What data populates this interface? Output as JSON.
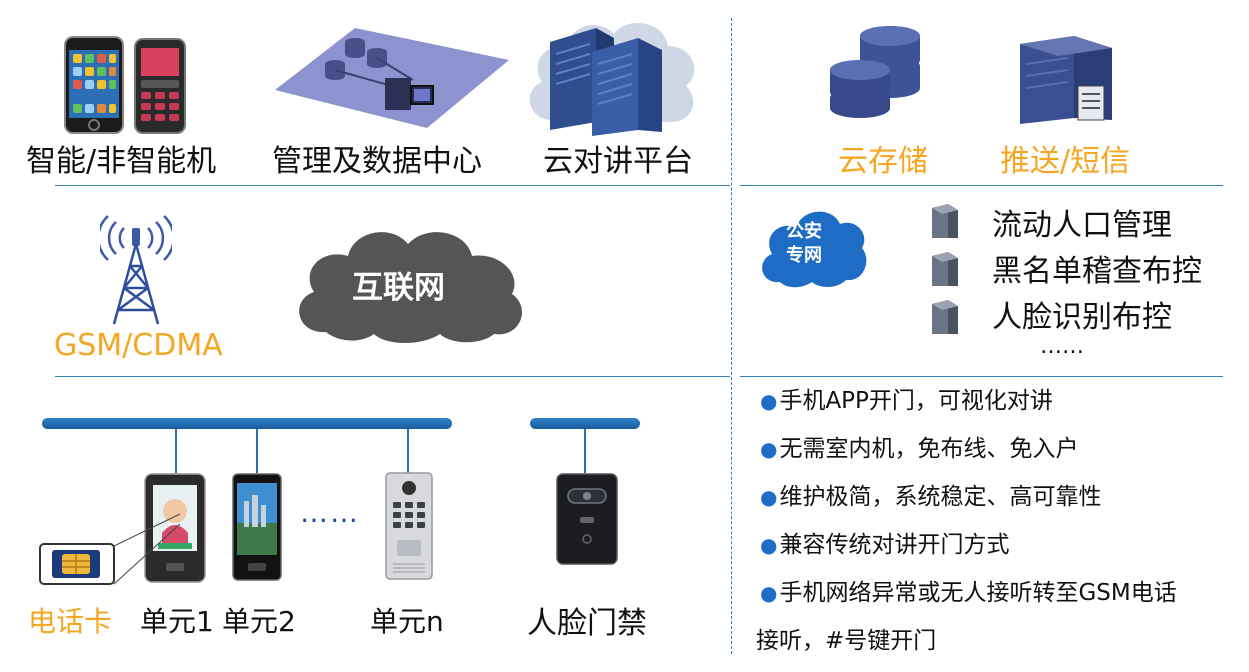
{
  "top": {
    "phones_label": "智能/非智能机",
    "datacenter_label": "管理及数据中心",
    "cloud_platform_label": "云对讲平台",
    "cloud_storage_label": "云存储",
    "push_sms_label": "推送/短信"
  },
  "middle": {
    "gsm_label": "GSM/CDMA",
    "internet_label": "互联网",
    "police_net_label": "公安\n专网",
    "police_services": [
      "流动人口管理",
      "黑名单稽查布控",
      "人脸识别布控",
      "……"
    ]
  },
  "bottom": {
    "sim_label": "电话卡",
    "unit1_label": "单元1",
    "unit2_label": "单元2",
    "ellipsis": "……",
    "unitn_label": "单元n",
    "face_access_label": "人脸门禁"
  },
  "features": [
    "手机APP开门，可视化对讲",
    "无需室内机，免布线、免入户",
    "维护极简，系统稳定、高可靠性",
    "兼容传统对讲开门方式",
    "手机网络异常或无人接听转至GSM电话"
  ],
  "features_tail": "接听，#号键开门",
  "colors": {
    "accent_orange": "#f5a623",
    "line_blue": "#2f7fb8",
    "icon_navy": "#3b4f8f",
    "cloud_blue": "#1f6cc4"
  }
}
